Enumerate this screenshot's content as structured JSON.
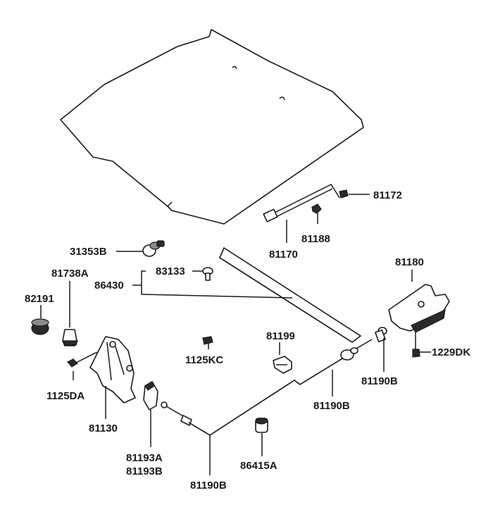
{
  "labels": {
    "p81172": "81172",
    "p81188": "81188",
    "p81170": "81170",
    "p31353B": "31353B",
    "p81738A": "81738A",
    "p83133": "83133",
    "p86430": "86430",
    "p81180": "81180",
    "p82191": "82191",
    "p81199": "81199",
    "p1125KC": "1125KC",
    "p1229DK": "1229DK",
    "p1125DA": "1125DA",
    "p81190B_a": "81190B",
    "p81190B_b": "81190B",
    "p81190B_c": "81190B",
    "p81130": "81130",
    "p81193A": "81193A",
    "p81193B": "81193B",
    "p86415A": "86415A"
  }
}
